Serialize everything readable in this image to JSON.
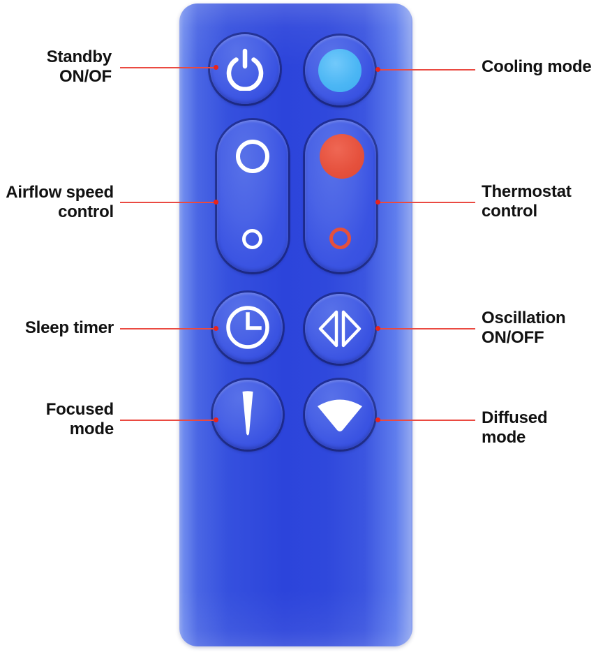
{
  "figure": {
    "title": "Dyson style air purifier remote control annotated diagram",
    "background_color": "#ffffff",
    "device_color": "#2c44db",
    "leader_color": "#ea4a41",
    "label_color": "#111111"
  },
  "device": {
    "name": "remote-control",
    "body_color_edge": "#7e95ee",
    "body_color_center": "#2c44db"
  },
  "callouts": [
    {
      "id": "standby",
      "label": "Standby\nON/OF",
      "side": "left"
    },
    {
      "id": "cooling",
      "label": "Cooling mode",
      "side": "right"
    },
    {
      "id": "airflow",
      "label": "Airflow speed\ncontrol",
      "side": "left"
    },
    {
      "id": "thermostat",
      "label": "Thermostat\ncontrol",
      "side": "right"
    },
    {
      "id": "sleep",
      "label": "Sleep timer",
      "side": "left"
    },
    {
      "id": "oscillation",
      "label": "Oscillation\nON/OFF",
      "side": "right"
    },
    {
      "id": "focused",
      "label": "Focused\nmode",
      "side": "left"
    },
    {
      "id": "diffused",
      "label": "Diffused mode",
      "side": "right"
    }
  ],
  "buttons": [
    {
      "id": "standby",
      "shape": "round",
      "icon": "power-icon",
      "icon_color": "#ffffff"
    },
    {
      "id": "cooling",
      "shape": "round",
      "icon": "cool-dot-icon",
      "icon_color": "#4bb6f4"
    },
    {
      "id": "airflow",
      "shape": "pill",
      "icon": "speed-up-down-icon",
      "icon_color": "#ffffff"
    },
    {
      "id": "thermostat",
      "shape": "pill",
      "icon": "temp-up-down-icon",
      "icon_color": "#e5503c"
    },
    {
      "id": "sleep",
      "shape": "round",
      "icon": "clock-icon",
      "icon_color": "#ffffff"
    },
    {
      "id": "oscillation",
      "shape": "round",
      "icon": "left-right-arrows-icon",
      "icon_color": "#ffffff"
    },
    {
      "id": "focused",
      "shape": "round",
      "icon": "narrow-cone-icon",
      "icon_color": "#ffffff"
    },
    {
      "id": "diffused",
      "shape": "round",
      "icon": "wide-fan-icon",
      "icon_color": "#ffffff"
    }
  ]
}
